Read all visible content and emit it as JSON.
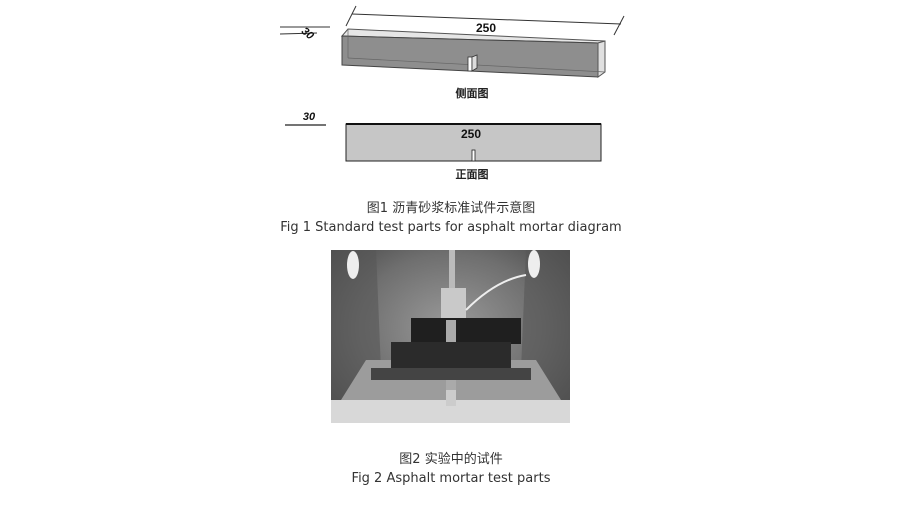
{
  "figure1": {
    "side_view": {
      "length_label": "250",
      "width_label": "30",
      "view_label": "侧面图"
    },
    "front_view": {
      "length_label": "250",
      "width_label": "30",
      "view_label": "正面图"
    },
    "caption_cn": "图1 沥青砂浆标准试件示意图",
    "caption_en": "Fig 1 Standard test parts for asphalt mortar diagram"
  },
  "figure2": {
    "caption_cn": "图2 实验中的试件",
    "caption_en": "Fig 2 Asphalt mortar test parts"
  }
}
